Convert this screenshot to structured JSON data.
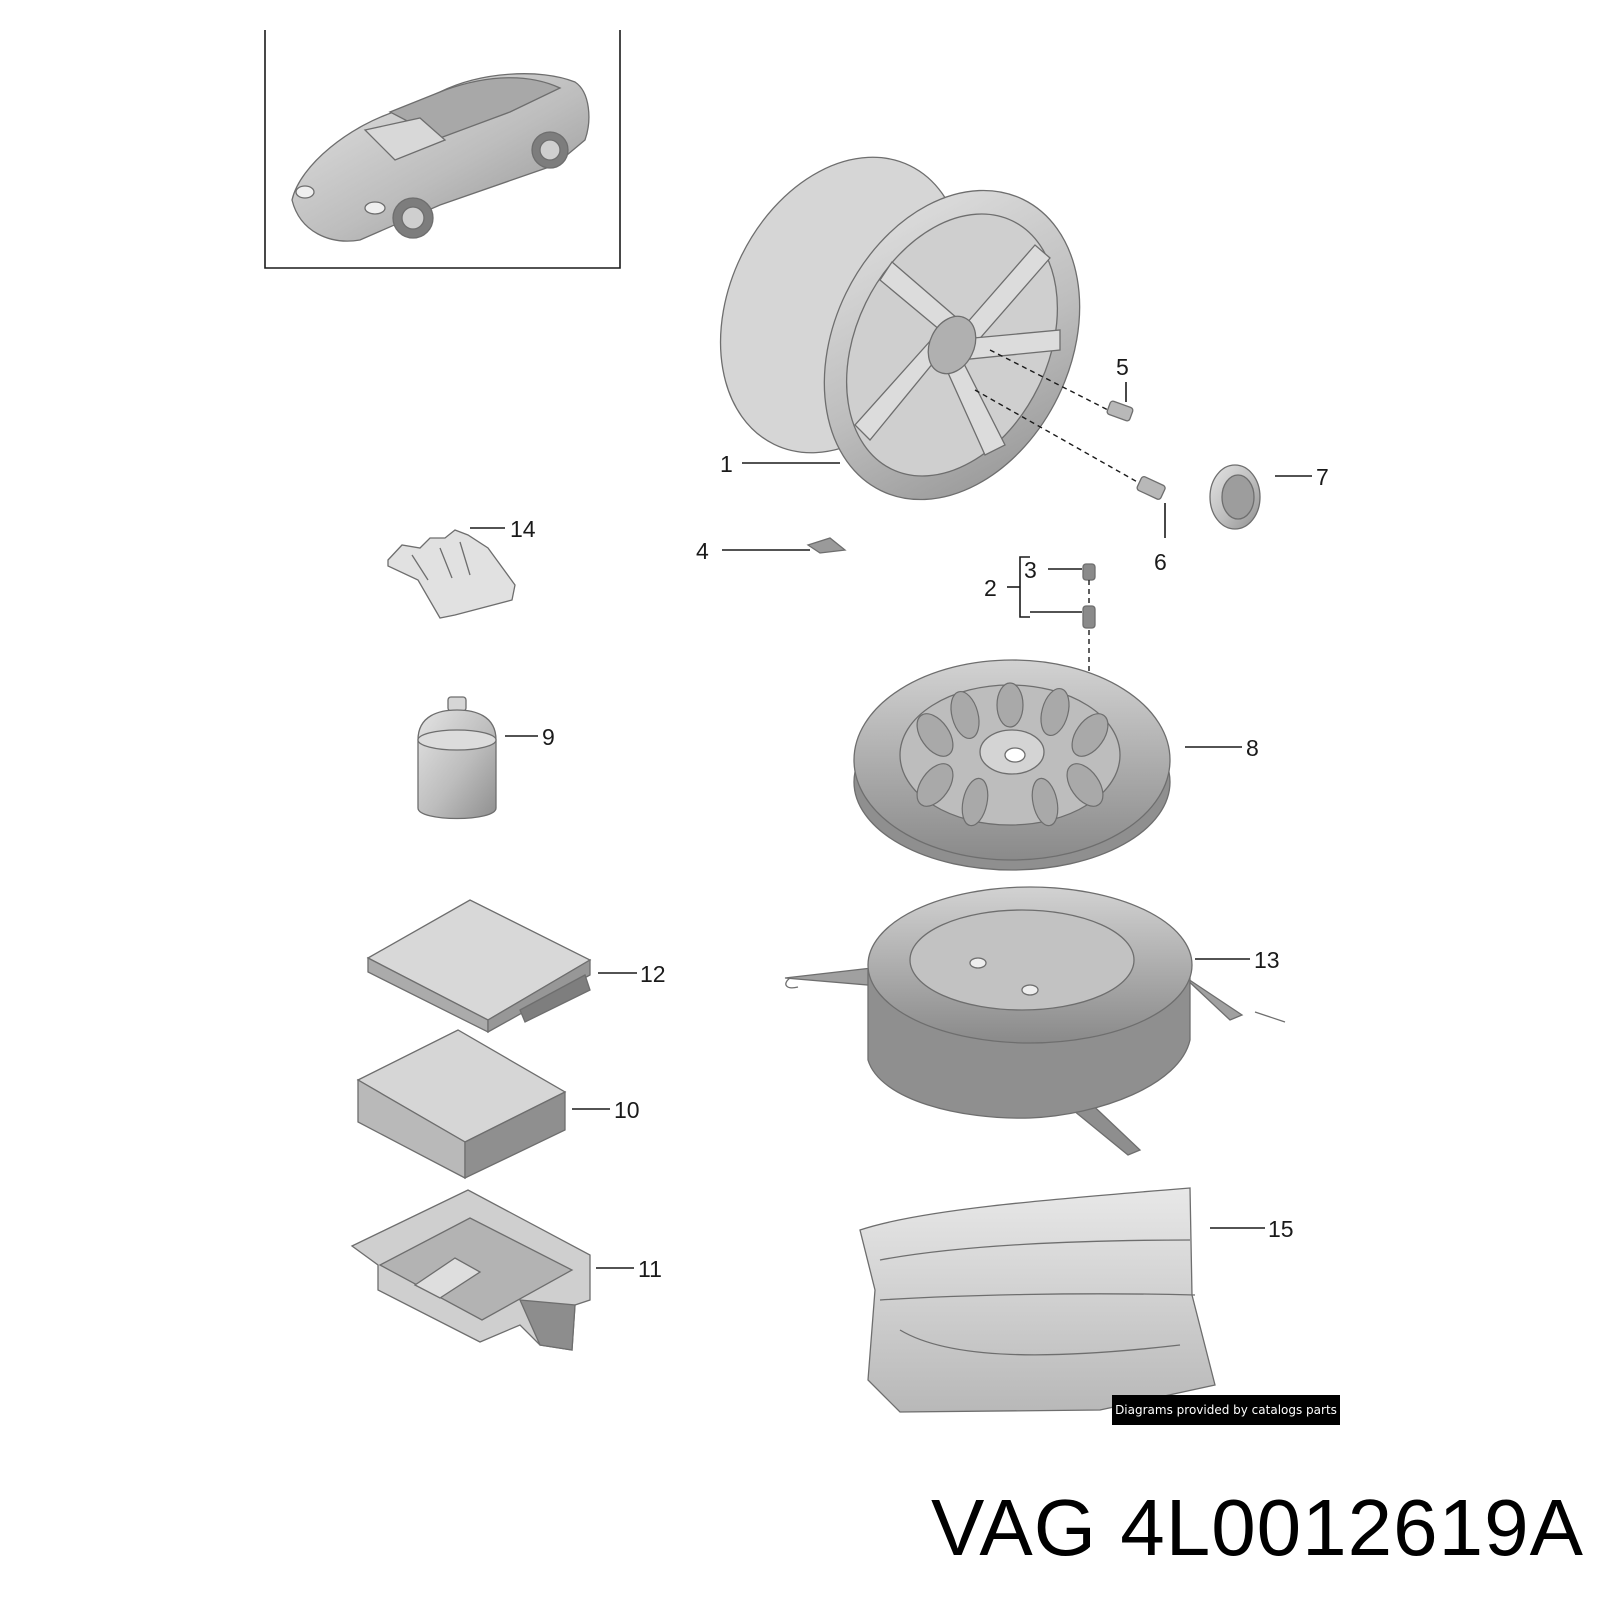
{
  "callouts": [
    {
      "id": "1",
      "label": "1"
    },
    {
      "id": "2",
      "label": "2"
    },
    {
      "id": "3",
      "label": "3"
    },
    {
      "id": "4",
      "label": "4"
    },
    {
      "id": "5",
      "label": "5"
    },
    {
      "id": "6",
      "label": "6"
    },
    {
      "id": "7",
      "label": "7"
    },
    {
      "id": "8",
      "label": "8"
    },
    {
      "id": "9",
      "label": "9"
    },
    {
      "id": "10",
      "label": "10"
    },
    {
      "id": "11",
      "label": "11"
    },
    {
      "id": "12",
      "label": "12"
    },
    {
      "id": "13",
      "label": "13"
    },
    {
      "id": "14",
      "label": "14"
    },
    {
      "id": "15",
      "label": "15"
    }
  ],
  "credit": "Diagrams provided by catalogs parts",
  "part_number": "VAG 4L0012619A",
  "colors": {
    "part_fill": "#c9c9c9",
    "part_shade": "#9e9e9e",
    "ink": "#1a1a1a",
    "credit_bg": "#000000"
  }
}
